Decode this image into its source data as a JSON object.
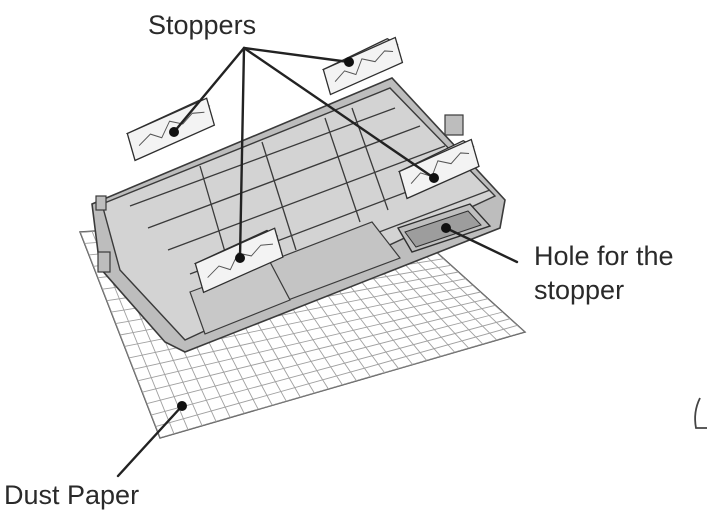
{
  "labels": {
    "stoppers": "Stoppers",
    "hole_line1": "Hole for the",
    "hole_line2": "stopper",
    "dust_paper": "Dust Paper"
  },
  "colors": {
    "tray_fill": "#d2d2d2",
    "tray_stroke": "#3a3a3a",
    "stopper_fill": "#f2f2f2",
    "grid": "#9a9a9a",
    "leader": "#222222"
  },
  "icons": {
    "stopper": "stopper-block-icon",
    "tray": "tray-icon",
    "dust_paper": "dust-paper-grid"
  }
}
